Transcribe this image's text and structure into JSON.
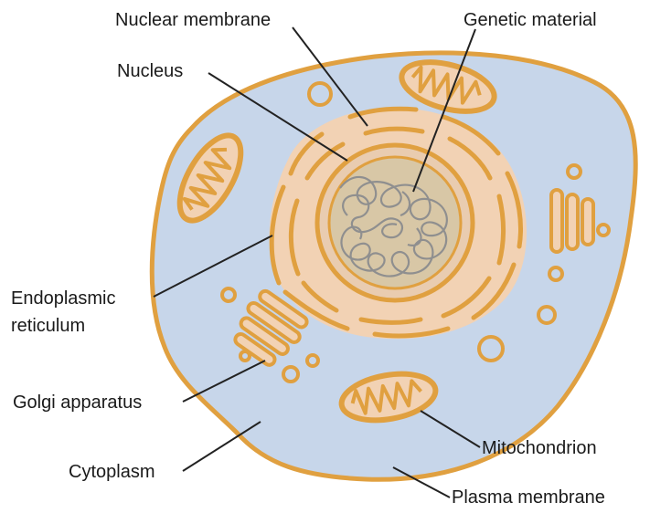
{
  "labels": {
    "nuclear_membrane": "Nuclear membrane",
    "genetic_material": "Genetic material",
    "nucleus": "Nucleus",
    "endoplasmic_reticulum_line1": "Endoplasmic",
    "endoplasmic_reticulum_line2": "reticulum",
    "golgi_apparatus": "Golgi apparatus",
    "cytoplasm": "Cytoplasm",
    "mitochondrion": "Mitochondrion",
    "plasma_membrane": "Plasma membrane"
  },
  "colors": {
    "cytoplasm": "#c7d6ea",
    "membrane": "#e0a040",
    "organelle_fill": "#f2d2b4",
    "nucleus_fill": "#e9ccb0",
    "nucleolus_fill": "#d8c7a6",
    "chromatin": "#8f8f8f",
    "leader_line": "#222222"
  }
}
